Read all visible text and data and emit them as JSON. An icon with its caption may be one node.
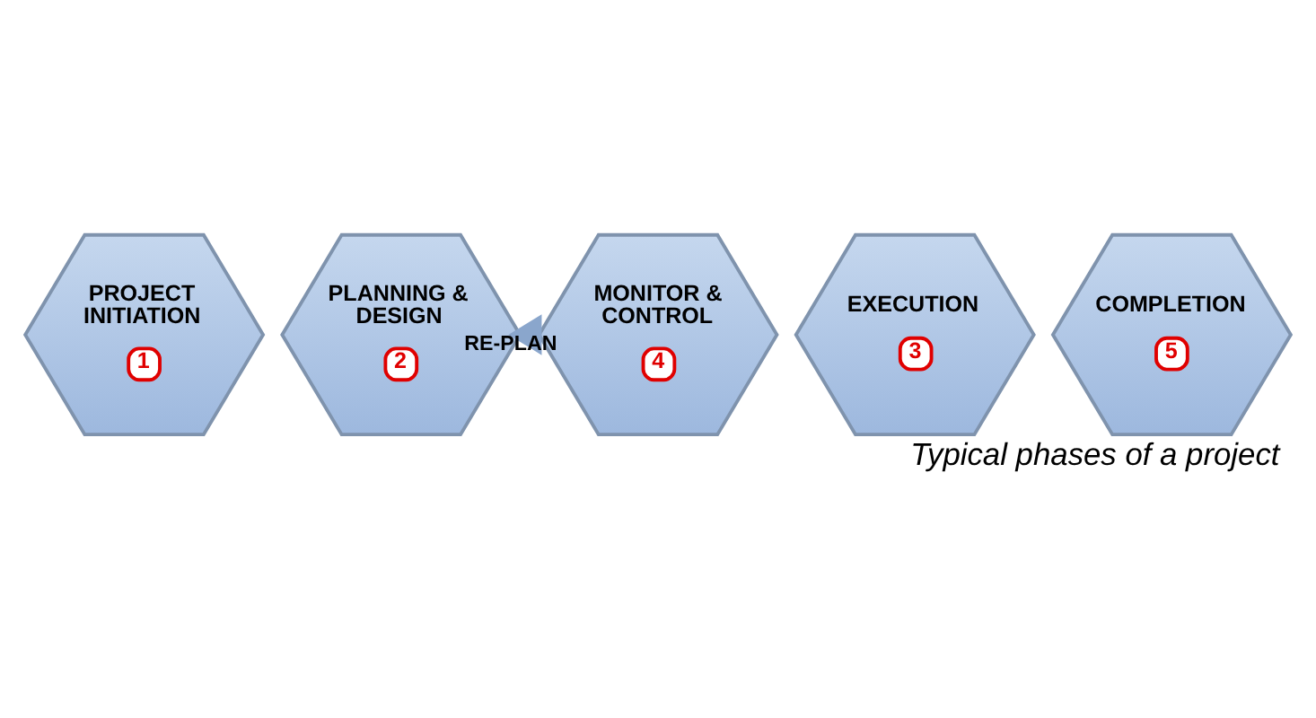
{
  "diagram": {
    "caption": "Typical phases of a project",
    "nodes": [
      {
        "text": [
          "PROJECT INITIATION",
          "1"
        ]
      },
      {
        "text": [
          "PLANNING & DESIGN",
          "2"
        ]
      },
      {
        "text": [
          "EXECUTION",
          "3"
        ]
      },
      {
        "text": [
          "MONITOR & CONTROL",
          "4"
        ]
      },
      {
        "text": [
          "COMPLETION",
          "5"
        ]
      }
    ],
    "edges": [
      {
        "from": 3,
        "to": 1,
        "arrow": "to",
        "label": "RE-PLAN"
      }
    ]
  }
}
